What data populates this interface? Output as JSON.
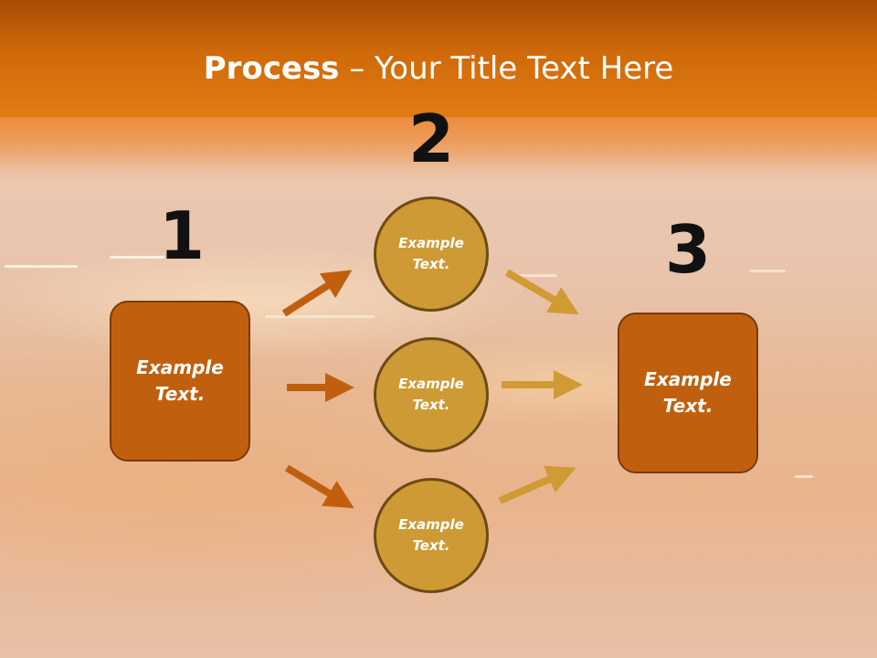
{
  "title": {
    "bold": "Process",
    "rest": " – Your Title Text Here"
  },
  "steps": [
    {
      "number": "1",
      "text": "Example Text."
    },
    {
      "number": "2",
      "items": [
        "Example Text.",
        "Example Text.",
        "Example Text."
      ]
    },
    {
      "number": "3",
      "text": "Example Text."
    }
  ],
  "colors": {
    "box": "#c0600f",
    "circle": "#cd9a35",
    "arrow_left": "#c0600f",
    "arrow_right": "#d09a35",
    "header": "#d06a0a"
  }
}
